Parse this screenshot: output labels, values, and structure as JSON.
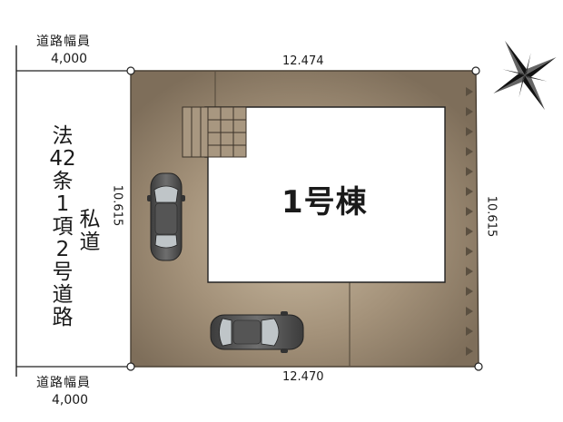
{
  "road_top": {
    "label": "道路幅員",
    "width": "4,000"
  },
  "road_bottom": {
    "label": "道路幅員",
    "width": "4,000"
  },
  "road_type": {
    "law_text": [
      "法",
      "42",
      "条",
      "1",
      "項",
      "2",
      "号",
      "道",
      "路"
    ],
    "private_text": [
      "私",
      "道"
    ]
  },
  "dimensions": {
    "top": "12.474",
    "bottom": "12.470",
    "left": "10.615",
    "right": "10.615"
  },
  "building": {
    "label": "1号棟"
  },
  "icons": [
    "compass-icon",
    "car-icon",
    "car-icon"
  ],
  "colors": {
    "lot": "#8f7f6a",
    "lot_light": "#c4b39a",
    "building": "#ffffff"
  }
}
